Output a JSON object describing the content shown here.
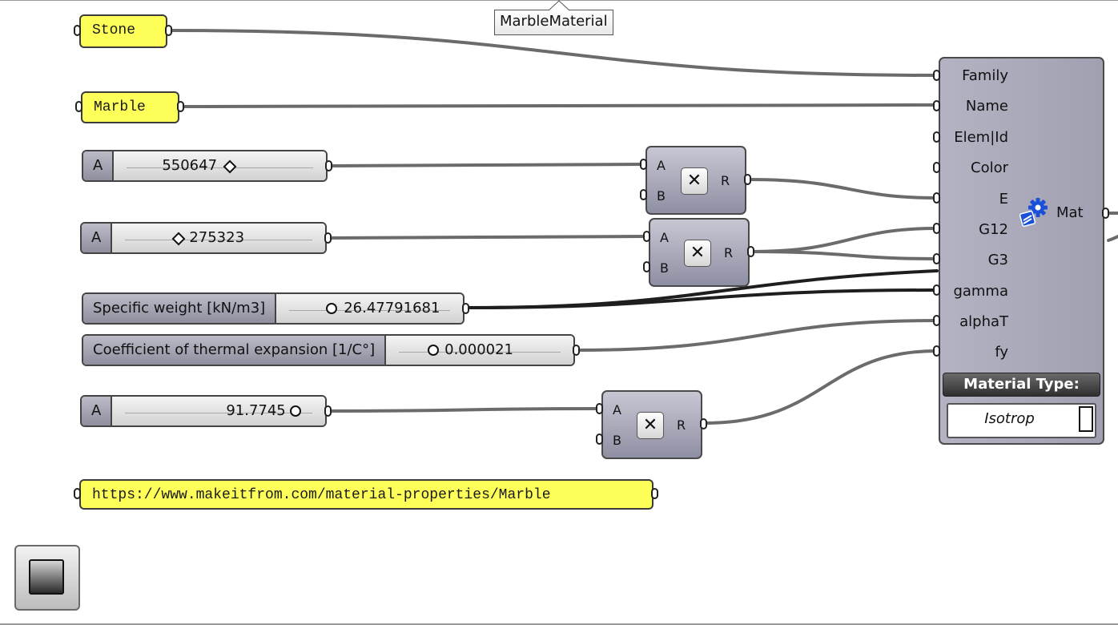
{
  "group_label": "MarbleMaterial",
  "panels": {
    "family": "Stone",
    "name": "Marble",
    "url": "https://www.makeitfrom.com/material-properties/Marble"
  },
  "sliders": {
    "e_slider": {
      "label": "A",
      "value": "550647"
    },
    "g_slider": {
      "label": "A",
      "value": "275323"
    },
    "gamma_slider": {
      "label": "Specific weight [kN/m3]",
      "value": "26.47791681"
    },
    "alpha_slider": {
      "label": "Coefficient of thermal expansion [1/C°]",
      "value": "0.000021"
    },
    "fy_slider": {
      "label": "A",
      "value": "91.7745"
    }
  },
  "multiply": {
    "input_a": "A",
    "input_b": "B",
    "output": "R",
    "icon": "multiply-icon"
  },
  "material": {
    "inputs": [
      "Family",
      "Name",
      "Elem|Id",
      "Color",
      "E",
      "G12",
      "G3",
      "gamma",
      "alphaT",
      "fy"
    ],
    "output": "Mat",
    "icon": "gear-icon",
    "type_header": "Material Type:",
    "type_value": "Isotrop"
  },
  "colors": {
    "panel": "#ffff5a",
    "wire": "#6b6b6b",
    "wire_selected": "#1e1e1e"
  }
}
